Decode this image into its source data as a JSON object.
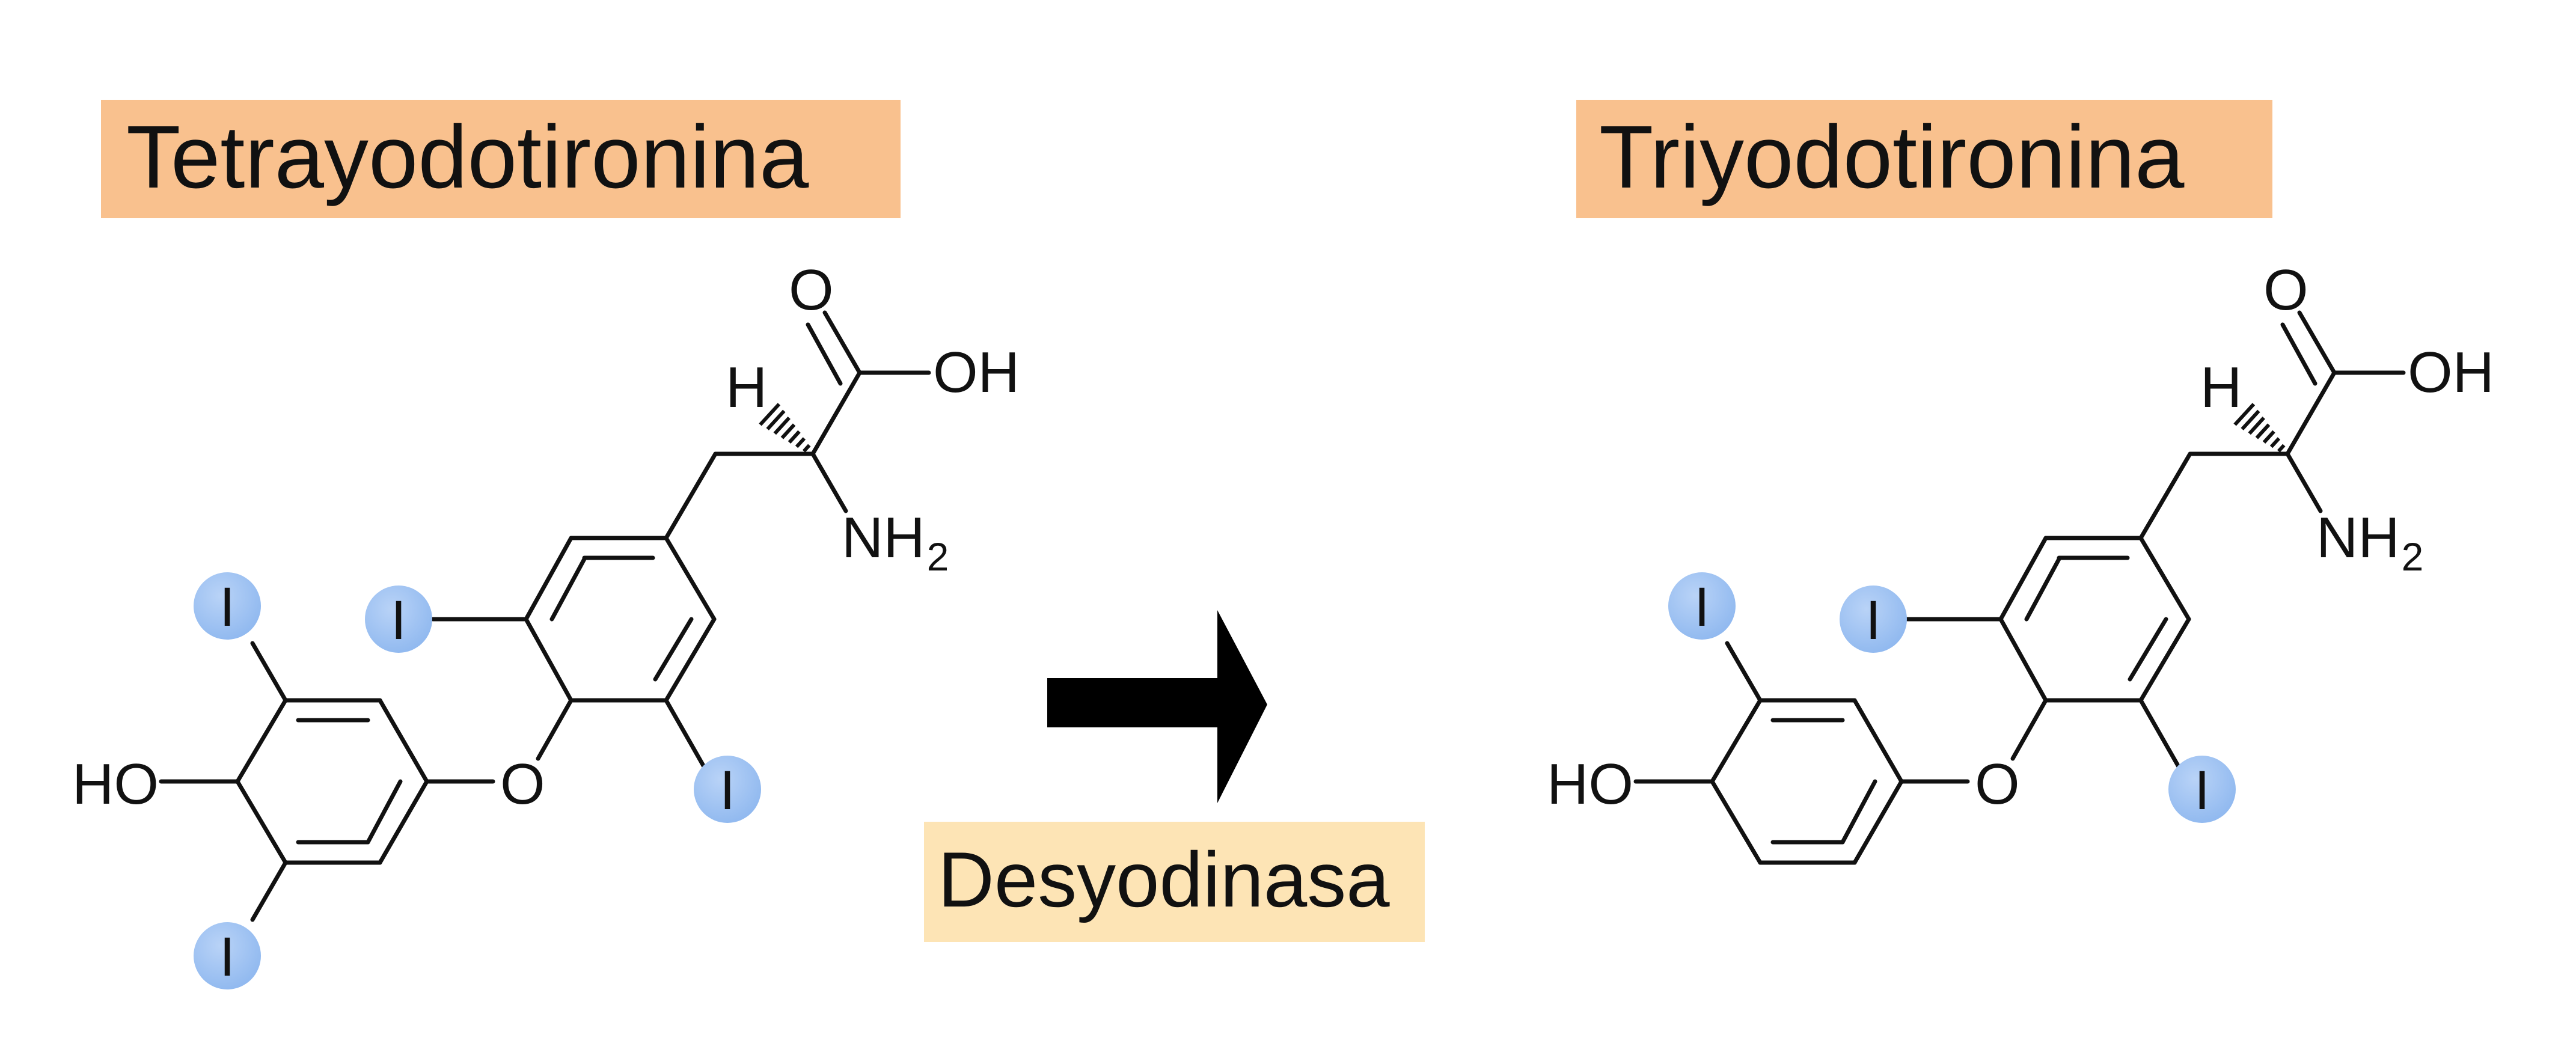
{
  "colors": {
    "title_bg": "#f9c18e",
    "enzyme_bg": "#fde4b5",
    "iodine_fill": "#8fb8ef",
    "iodine_fill_light": "#b9d3f7",
    "bond": "#111111",
    "arrow": "#000000"
  },
  "left": {
    "title": "Tetrayodotironina",
    "labels": {
      "ho": "HO",
      "o_ether": "O",
      "o_carbonyl": "O",
      "oh": "OH",
      "h": "H",
      "nh": "NH",
      "nh_sub": "2",
      "iodine": "I"
    }
  },
  "right": {
    "title": "Triyodotironina",
    "labels": {
      "ho": "HO",
      "o_ether": "O",
      "o_carbonyl": "O",
      "oh": "OH",
      "h": "H",
      "nh": "NH",
      "nh_sub": "2",
      "iodine": "I"
    }
  },
  "reaction": {
    "enzyme": "Desyodinasa",
    "arrow_icon": "right-arrow-icon"
  }
}
